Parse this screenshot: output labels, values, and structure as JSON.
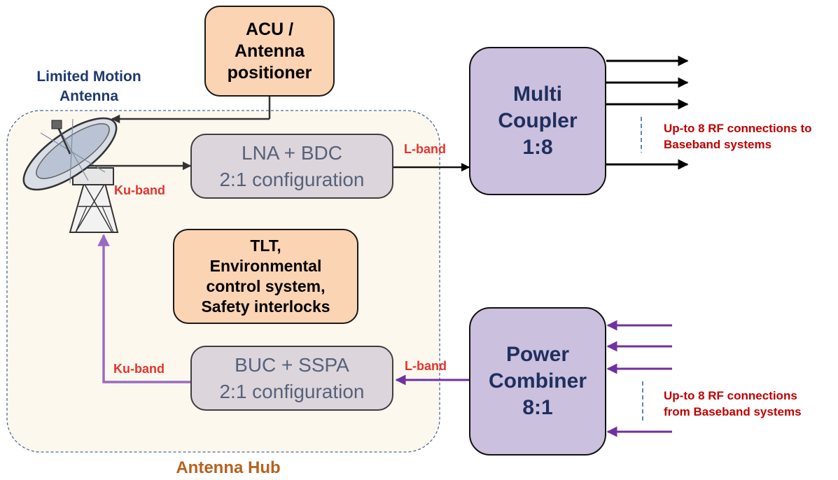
{
  "boxes": {
    "acu": "ACU /\nAntenna\npositioner",
    "lna": "LNA + BDC\n2:1 configuration",
    "tlt": "TLT,\nEnvironmental\ncontrol system,\nSafety interlocks",
    "buc": "BUC + SSPA\n2:1 configuration",
    "multi_coupler": "Multi\nCoupler\n1:8",
    "power_combiner": "Power\nCombiner\n8:1"
  },
  "labels": {
    "antenna": "Limited Motion\nAntenna",
    "hub": "Antenna Hub",
    "ku_band_rx": "Ku-band",
    "ku_band_tx": "Ku-band",
    "l_band_rx": "L-band",
    "l_band_tx": "L-band",
    "rf_out": "Up-to 8 RF connections to\nBaseband systems",
    "rf_in": "Up-to 8 RF connections\nfrom Baseband systems"
  },
  "colors": {
    "orange_fill": "#fbd4b4",
    "grey_fill": "#ddd5dc",
    "purple_fill": "#cbc0dd",
    "hub_fill": "#fdf8ee",
    "tx_arrow": "#7030a0",
    "rx_arrow": "#000000"
  }
}
